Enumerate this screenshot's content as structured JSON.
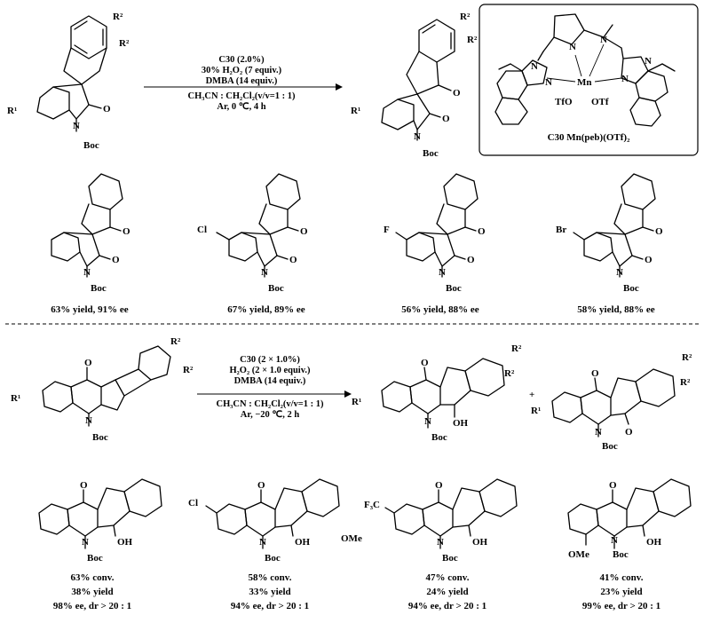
{
  "top_scheme": {
    "substrate_labels": {
      "r2a": "R²",
      "r2b": "R²",
      "r1": "R¹",
      "n": "N",
      "o": "O",
      "boc": "Boc"
    },
    "conditions": [
      "C30 (2.0%)",
      "30% H₂O₂ (7 equiv.)",
      "DMBA (14 equiv.)",
      "CH₃CN : CH₂Cl₂(v/v=1 : 1)",
      "Ar, 0 ℃, 4 h"
    ],
    "product_labels": {
      "r2a": "R²",
      "r2b": "R²",
      "r1": "R¹",
      "n": "N",
      "o1": "O",
      "o2": "O",
      "boc": "Boc"
    },
    "catalyst": {
      "name": "C30 Mn(peb)(OTf)₂",
      "mn": "Mn",
      "otf1": "TfO",
      "otf2": "OTf",
      "n_labels": [
        "N",
        "N",
        "N",
        "N",
        "N",
        "N"
      ]
    }
  },
  "top_products": [
    {
      "sub": "",
      "result": "63% yield, 91% ee"
    },
    {
      "sub": "Cl",
      "result": "67% yield, 89% ee"
    },
    {
      "sub": "F",
      "result": "56% yield, 88% ee"
    },
    {
      "sub": "Br",
      "result": "58% yield, 88% ee"
    }
  ],
  "bottom_scheme": {
    "conditions": [
      "C30 (2 × 1.0%)",
      "H₂O₂ (2 × 1.0 equiv.)",
      "DMBA (14 equiv.)",
      "CH₃CN : CH₂Cl₂(v/v=1 : 1)",
      "Ar, −20 ℃, 2 h"
    ],
    "labels": {
      "r1": "R¹",
      "r2": "R²",
      "n": "N",
      "o": "O",
      "boc": "Boc",
      "oh": "OH",
      "plus": "+"
    }
  },
  "bottom_products": [
    {
      "sub": "",
      "conv": "63% conv.",
      "yield": "38% yield",
      "ee": "98% ee, dr > 20 : 1"
    },
    {
      "sub": "Cl",
      "conv": "58% conv.",
      "yield": "33% yield",
      "ee": "94% ee, dr > 20 : 1"
    },
    {
      "sub": "F₃C",
      "conv": "47% conv.",
      "yield": "24% yield",
      "ee": "94% ee, dr > 20 : 1"
    },
    {
      "sub": "OMe",
      "conv": "41% conv.",
      "yield": "23% yield",
      "ee": "99% ee, dr > 20 : 1"
    }
  ],
  "stray_label": "OMe",
  "common": {
    "n": "N",
    "o": "O",
    "boc": "Boc",
    "oh": "OH"
  }
}
